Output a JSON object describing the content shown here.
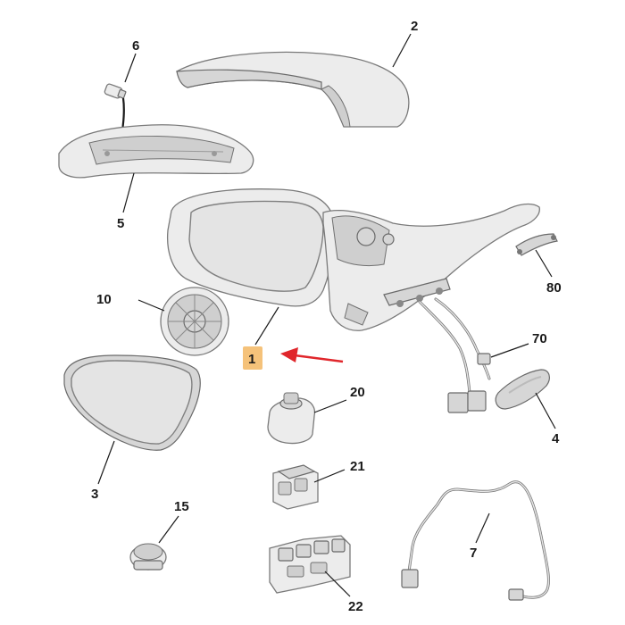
{
  "callouts": {
    "p1": "1",
    "p2": "2",
    "p3": "3",
    "p4": "4",
    "p5": "5",
    "p6": "6",
    "p7": "7",
    "p10": "10",
    "p15": "15",
    "p20": "20",
    "p21": "21",
    "p22": "22",
    "p70": "70",
    "p80": "80"
  },
  "colors": {
    "highlight_badge": "#f5c27a",
    "arrow": "#e0262b"
  }
}
